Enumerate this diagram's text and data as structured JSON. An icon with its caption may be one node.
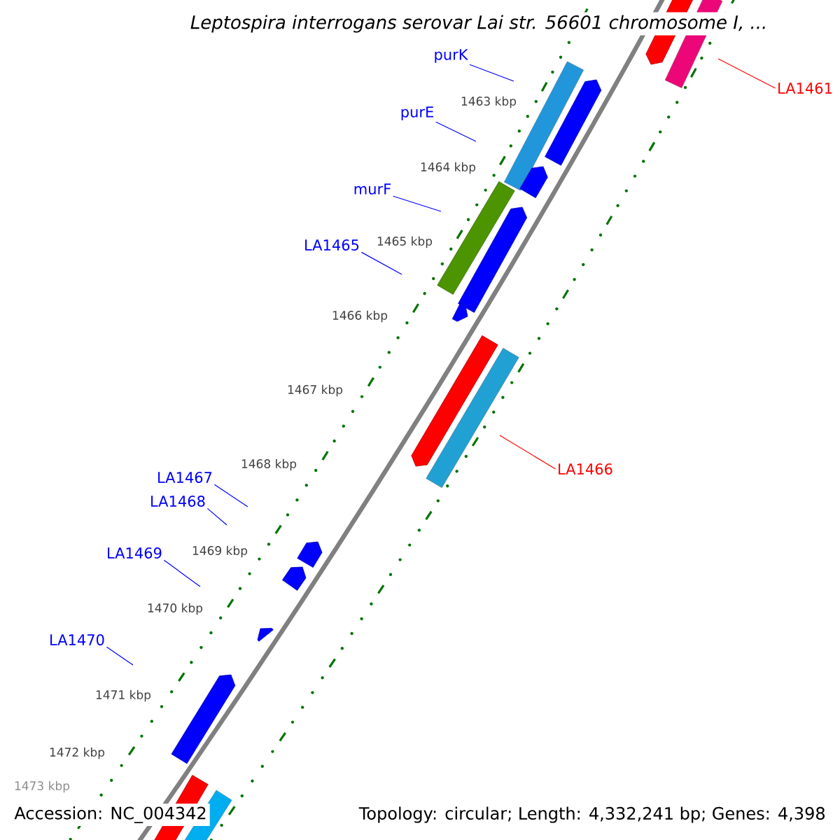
{
  "diagram": {
    "title": "Leptospira interrogans serovar Lai str. 56601 chromosome I, ...",
    "nodes": [
      {
        "text": [
          "purK"
        ]
      },
      {
        "text": [
          "LA1461"
        ]
      },
      {
        "text": [
          "purE"
        ]
      },
      {
        "text": [
          "murF"
        ]
      },
      {
        "text": [
          "LA1465"
        ]
      },
      {
        "text": [
          "LA1466"
        ]
      },
      {
        "text": [
          "LA1467"
        ]
      },
      {
        "text": [
          "LA1468"
        ]
      },
      {
        "text": [
          "LA1469"
        ]
      },
      {
        "text": [
          "LA1470"
        ]
      }
    ],
    "edges": [
      {
        "from": 0,
        "to": null,
        "arrow": "none"
      },
      {
        "from": 1,
        "to": null,
        "arrow": "none",
        "color": "#ff0000"
      },
      {
        "from": 2,
        "to": null,
        "arrow": "none"
      },
      {
        "from": 3,
        "to": null,
        "arrow": "none"
      },
      {
        "from": 4,
        "to": null,
        "arrow": "none"
      },
      {
        "from": 5,
        "to": null,
        "arrow": "none",
        "color": "#ff0000"
      },
      {
        "from": 6,
        "to": null,
        "arrow": "none"
      },
      {
        "from": 7,
        "to": null,
        "arrow": "none"
      },
      {
        "from": 8,
        "to": null,
        "arrow": "none"
      },
      {
        "from": 9,
        "to": null,
        "arrow": "none"
      }
    ],
    "labels": [
      "1463 kbp",
      "1464 kbp",
      "1465 kbp",
      "1466 kbp",
      "1467 kbp",
      "1468 kbp",
      "1469 kbp",
      "1470 kbp",
      "1471 kbp",
      "1472 kbp",
      "1473 kbp",
      "Accession: NC_004342",
      "Topology: circular; Length: 4,332,241 bp; Genes: 4,398"
    ]
  }
}
